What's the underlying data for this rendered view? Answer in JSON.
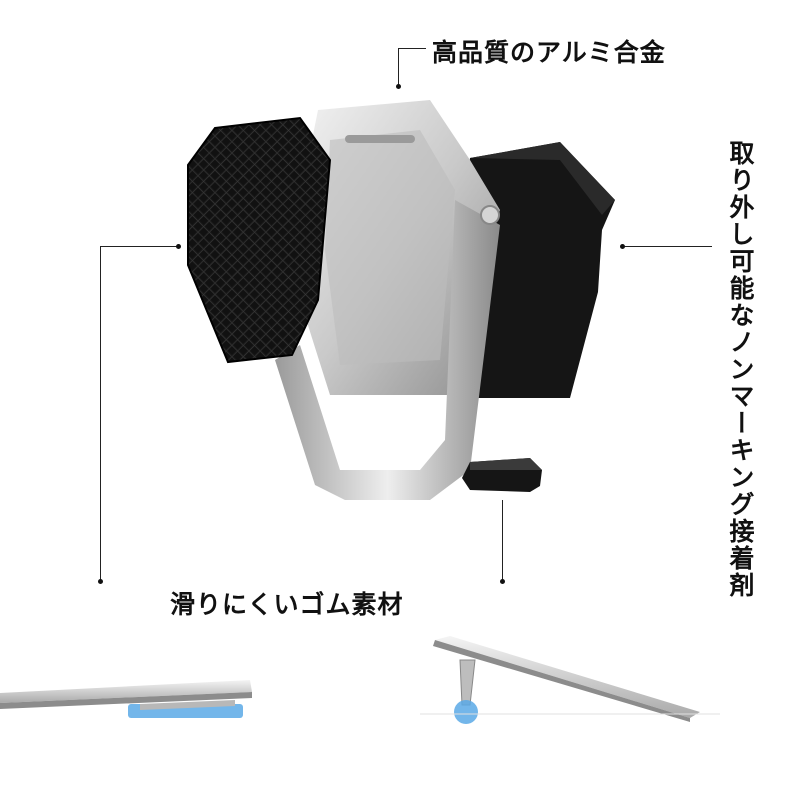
{
  "callouts": {
    "material": "高品質のアルミ合金",
    "removable": "取り外し可能なノンマーキング接着剤",
    "rubber": "滑りにくいゴム素材"
  },
  "colors": {
    "aluminum_light": "#e6e6e6",
    "aluminum_dark": "#8a8a8a",
    "pad_black": "#161616",
    "highlight_blue": "#5aa9e6"
  }
}
